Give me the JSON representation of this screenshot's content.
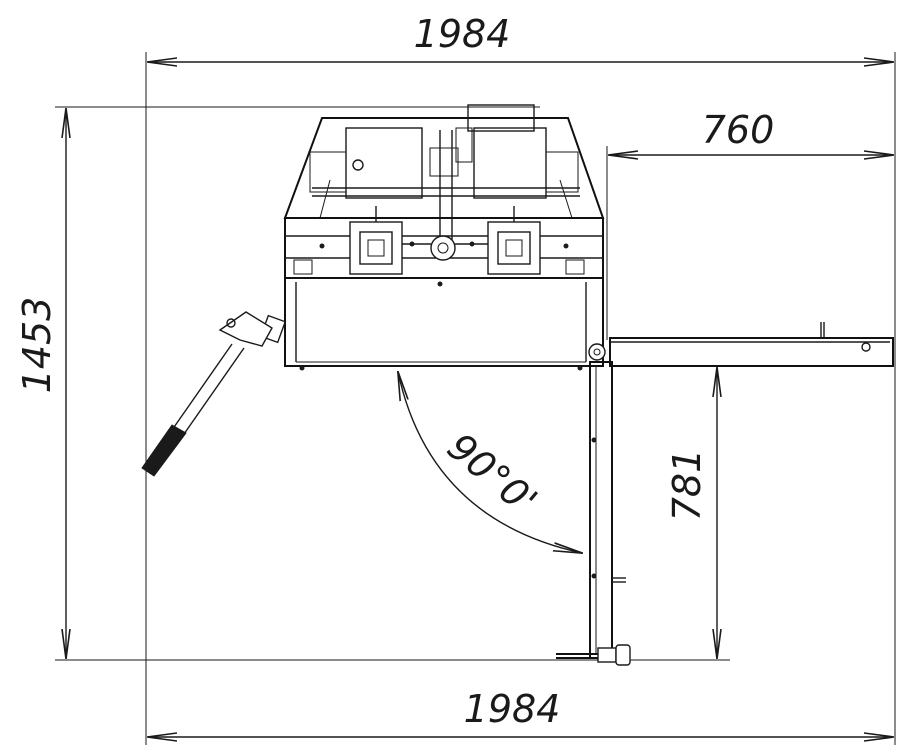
{
  "dimensions": {
    "top_width": "1984",
    "bottom_width": "1984",
    "left_height": "1453",
    "right_extension": "760",
    "right_height": "781",
    "angle": "90°0'"
  },
  "colors": {
    "line": "#1a1a1a",
    "background": "#ffffff"
  }
}
